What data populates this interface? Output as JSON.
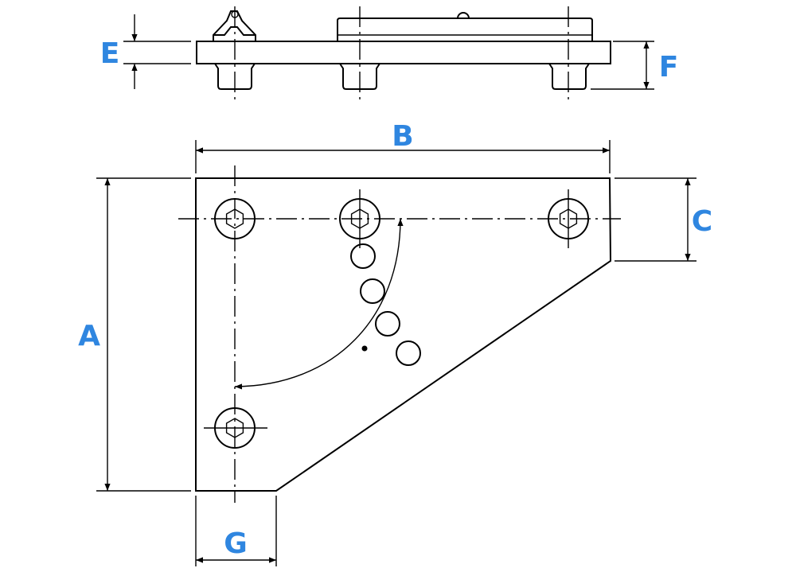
{
  "colors": {
    "label": "#2f86e0",
    "line": "#000000",
    "background": "#ffffff"
  },
  "dimensions": {
    "a": "A",
    "b": "B",
    "c": "C",
    "e": "E",
    "f": "F",
    "g": "G"
  }
}
